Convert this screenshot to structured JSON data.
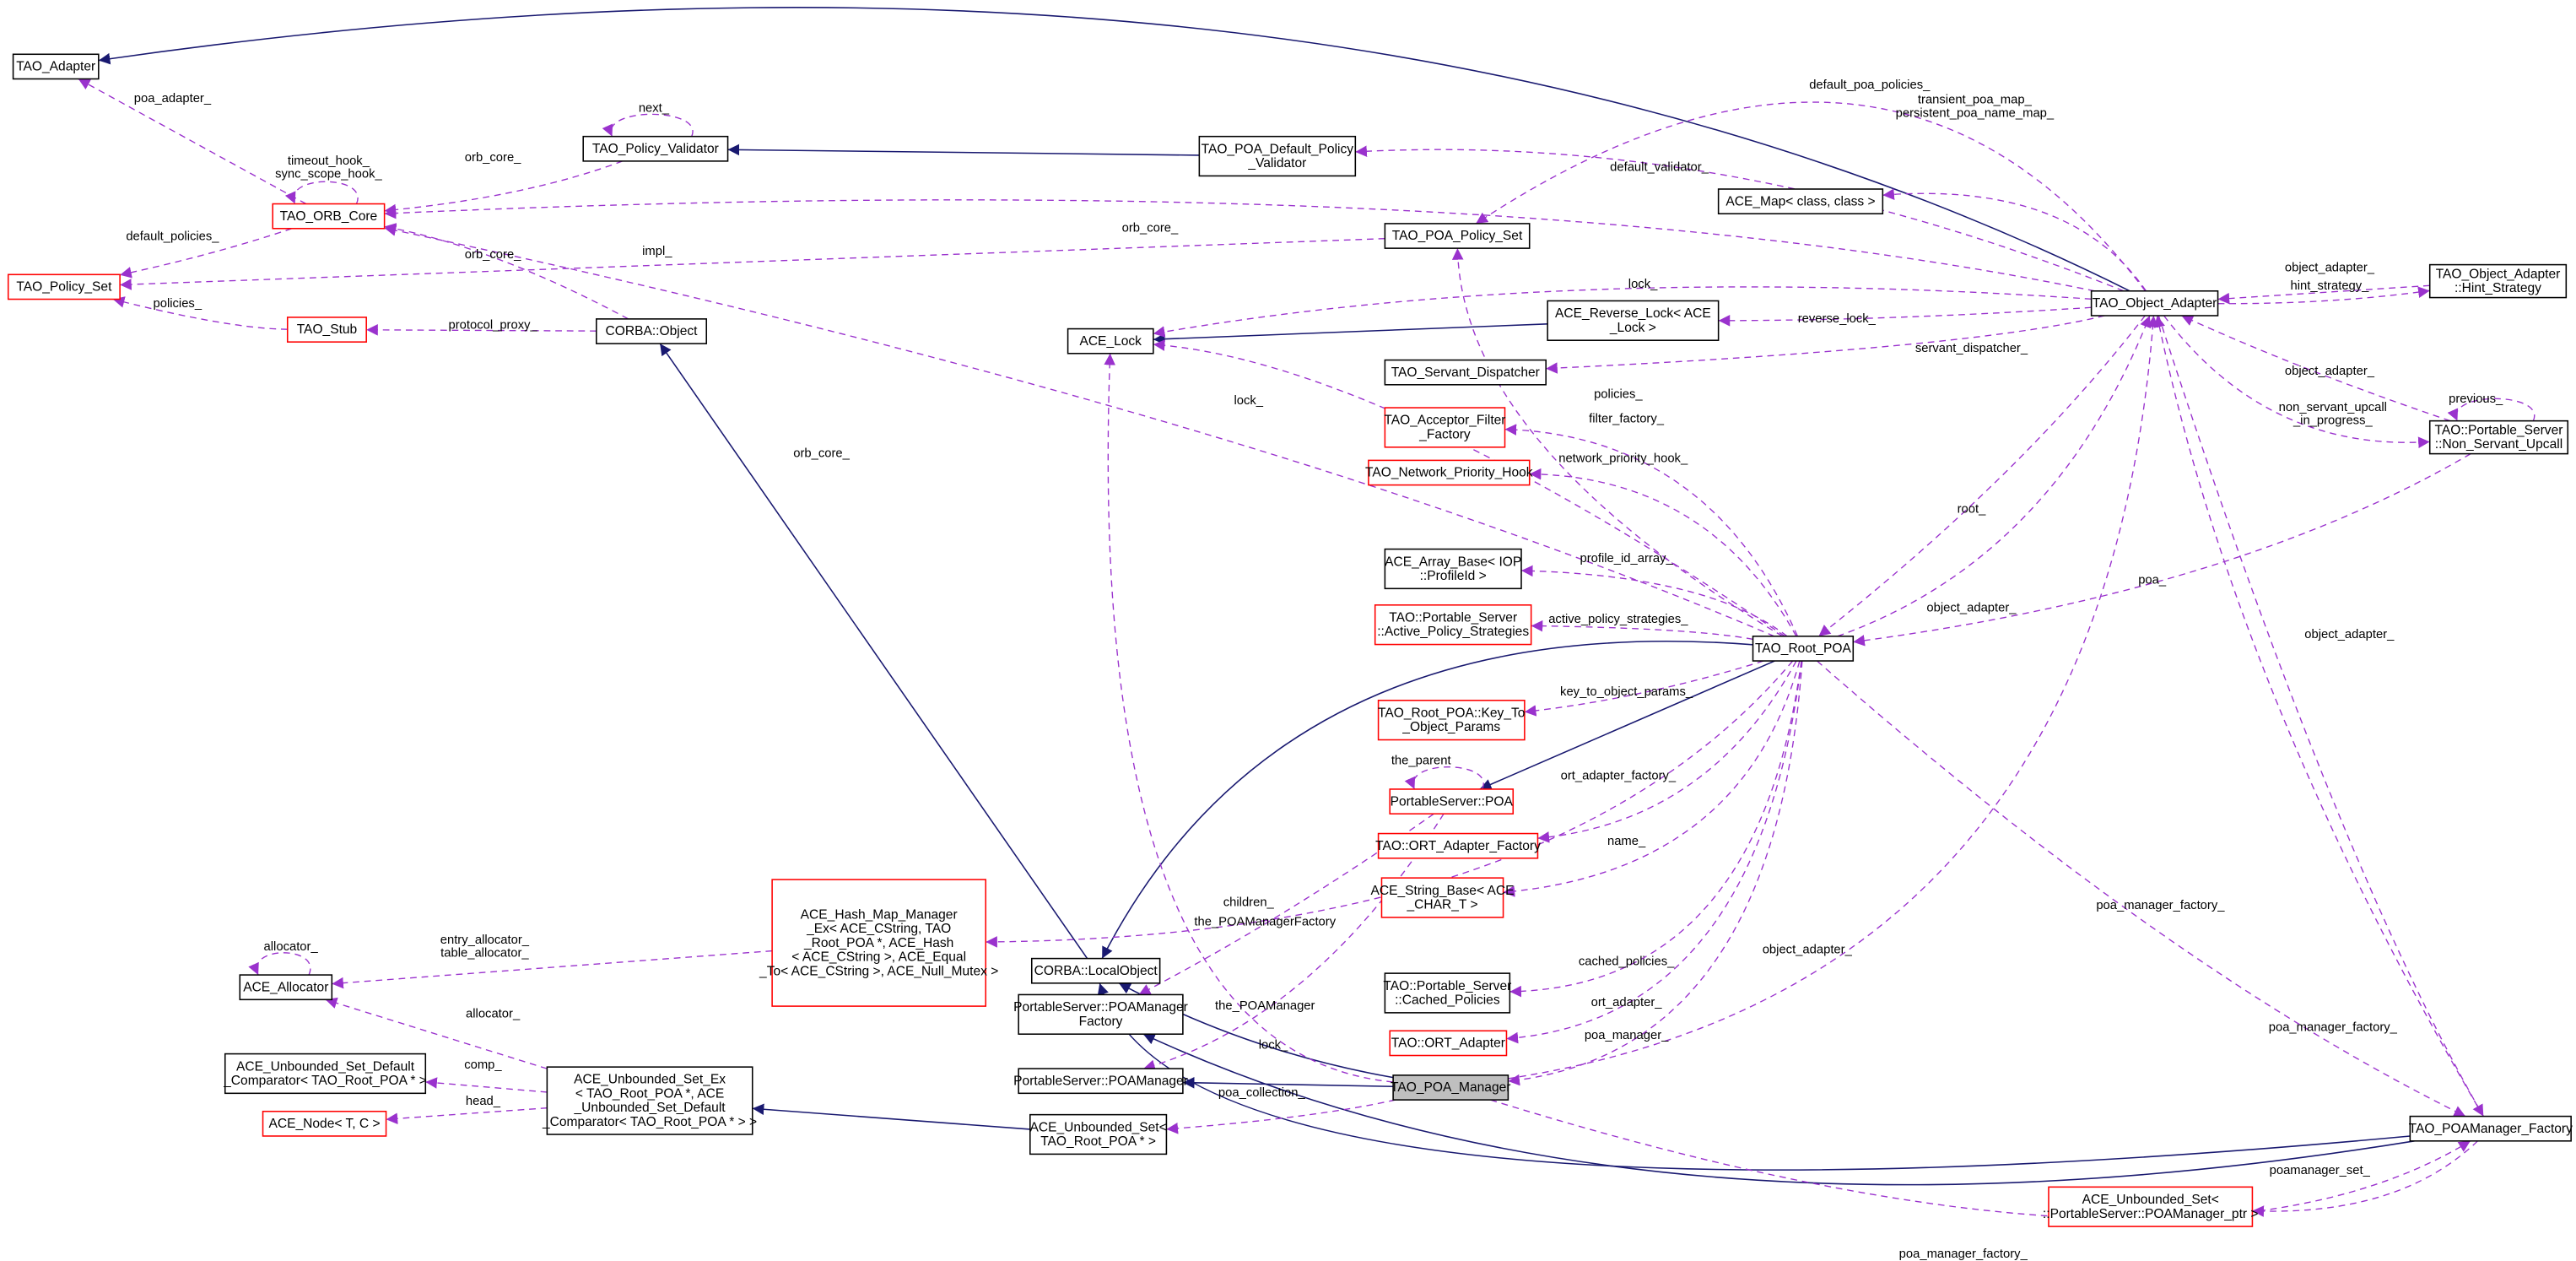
{
  "colors": {
    "usage_edge": "#9a32cd",
    "inheritance_edge": "#191970",
    "undocumented_border": "#ff0000",
    "focus_fill": "#bfbfbf"
  },
  "nodes": [
    {
      "id": "tao_adapter",
      "lines": [
        "TAO_Adapter"
      ],
      "style": "normal"
    },
    {
      "id": "orb_core",
      "lines": [
        "TAO_ORB_Core"
      ],
      "style": "red"
    },
    {
      "id": "policy_validator",
      "lines": [
        "TAO_Policy_Validator"
      ],
      "style": "normal"
    },
    {
      "id": "policy_set",
      "lines": [
        "TAO_Policy_Set"
      ],
      "style": "red"
    },
    {
      "id": "stub",
      "lines": [
        "TAO_Stub"
      ],
      "style": "red"
    },
    {
      "id": "corba_object",
      "lines": [
        "CORBA::Object"
      ],
      "style": "normal"
    },
    {
      "id": "poa_default_validator",
      "lines": [
        "TAO_POA_Default_Policy",
        "_Validator"
      ],
      "style": "normal"
    },
    {
      "id": "ace_map",
      "lines": [
        "ACE_Map< class, class >"
      ],
      "style": "normal"
    },
    {
      "id": "poa_policy_set",
      "lines": [
        "TAO_POA_Policy_Set"
      ],
      "style": "normal"
    },
    {
      "id": "reverse_lock",
      "lines": [
        "ACE_Reverse_Lock< ACE",
        "_Lock >"
      ],
      "style": "normal"
    },
    {
      "id": "ace_lock",
      "lines": [
        "ACE_Lock"
      ],
      "style": "normal"
    },
    {
      "id": "servant_dispatcher",
      "lines": [
        "TAO_Servant_Dispatcher"
      ],
      "style": "normal"
    },
    {
      "id": "object_adapter",
      "lines": [
        "TAO_Object_Adapter"
      ],
      "style": "normal"
    },
    {
      "id": "hint_strategy",
      "lines": [
        "TAO_Object_Adapter",
        "::Hint_Strategy"
      ],
      "style": "normal"
    },
    {
      "id": "non_servant_upcall",
      "lines": [
        "TAO::Portable_Server",
        "::Non_Servant_Upcall"
      ],
      "style": "normal"
    },
    {
      "id": "acceptor_filter",
      "lines": [
        "TAO_Acceptor_Filter",
        "_Factory"
      ],
      "style": "red"
    },
    {
      "id": "network_priority",
      "lines": [
        "TAO_Network_Priority_Hook"
      ],
      "style": "red"
    },
    {
      "id": "array_base",
      "lines": [
        "ACE_Array_Base< IOP",
        "::ProfileId >"
      ],
      "style": "normal"
    },
    {
      "id": "active_policy",
      "lines": [
        "TAO::Portable_Server",
        "::Active_Policy_Strategies"
      ],
      "style": "red"
    },
    {
      "id": "root_poa",
      "lines": [
        "TAO_Root_POA"
      ],
      "style": "normal"
    },
    {
      "id": "key_to_object",
      "lines": [
        "TAO_Root_POA::Key_To",
        "_Object_Params"
      ],
      "style": "red"
    },
    {
      "id": "ps_poa",
      "lines": [
        "PortableServer::POA"
      ],
      "style": "red"
    },
    {
      "id": "ort_adapter_factory",
      "lines": [
        "TAO::ORT_Adapter_Factory"
      ],
      "style": "red"
    },
    {
      "id": "string_base",
      "lines": [
        "ACE_String_Base< ACE",
        "_CHAR_T >"
      ],
      "style": "red"
    },
    {
      "id": "cached_policies",
      "lines": [
        "TAO::Portable_Server",
        "::Cached_Policies"
      ],
      "style": "normal"
    },
    {
      "id": "ort_adapter",
      "lines": [
        "TAO::ORT_Adapter"
      ],
      "style": "red"
    },
    {
      "id": "poa_manager",
      "lines": [
        "TAO_POA_Manager"
      ],
      "style": "focus"
    },
    {
      "id": "poamanager_factory",
      "lines": [
        "TAO_POAManager_Factory"
      ],
      "style": "normal"
    },
    {
      "id": "unbounded_set_ptr",
      "lines": [
        "ACE_Unbounded_Set<",
        "::PortableServer::POAManager_ptr >"
      ],
      "style": "red"
    },
    {
      "id": "hash_map",
      "lines": [
        "ACE_Hash_Map_Manager",
        "_Ex< ACE_CString, TAO",
        "_Root_POA *, ACE_Hash",
        "< ACE_CString >, ACE_Equal",
        "_To< ACE_CString >, ACE_Null_Mutex >"
      ],
      "style": "red"
    },
    {
      "id": "local_object",
      "lines": [
        "CORBA::LocalObject"
      ],
      "style": "normal"
    },
    {
      "id": "ps_poamanager_factory",
      "lines": [
        "PortableServer::POAManager",
        "Factory"
      ],
      "style": "normal"
    },
    {
      "id": "ps_poamanager",
      "lines": [
        "PortableServer::POAManager"
      ],
      "style": "normal"
    },
    {
      "id": "unbounded_set",
      "lines": [
        "ACE_Unbounded_Set<",
        "TAO_Root_POA * >"
      ],
      "style": "normal"
    },
    {
      "id": "allocator",
      "lines": [
        "ACE_Allocator"
      ],
      "style": "normal"
    },
    {
      "id": "default_comparator",
      "lines": [
        "ACE_Unbounded_Set_Default",
        "_Comparator< TAO_Root_POA * >"
      ],
      "style": "normal"
    },
    {
      "id": "ace_node",
      "lines": [
        "ACE_Node< T, C >"
      ],
      "style": "red"
    },
    {
      "id": "unbounded_set_ex",
      "lines": [
        "ACE_Unbounded_Set_Ex",
        "< TAO_Root_POA *, ACE",
        "_Unbounded_Set_Default",
        "_Comparator< TAO_Root_POA * > >"
      ],
      "style": "normal"
    }
  ],
  "edges": [
    {
      "from": "object_adapter",
      "to": "tao_adapter",
      "kind": "inheritance",
      "label": []
    },
    {
      "from": "poa_default_validator",
      "to": "policy_validator",
      "kind": "inheritance",
      "label": []
    },
    {
      "from": "reverse_lock",
      "to": "ace_lock",
      "kind": "inheritance",
      "label": []
    },
    {
      "from": "local_object",
      "to": "corba_object",
      "kind": "inheritance",
      "label": []
    },
    {
      "from": "root_poa",
      "to": "local_object",
      "kind": "inheritance",
      "label": []
    },
    {
      "from": "root_poa",
      "to": "ps_poa",
      "kind": "inheritance",
      "label": []
    },
    {
      "from": "poa_manager",
      "to": "local_object",
      "kind": "inheritance",
      "label": []
    },
    {
      "from": "poa_manager",
      "to": "ps_poamanager",
      "kind": "inheritance",
      "label": []
    },
    {
      "from": "poamanager_factory",
      "to": "ps_poamanager_factory",
      "kind": "inheritance",
      "label": []
    },
    {
      "from": "poamanager_factory",
      "to": "local_object",
      "kind": "inheritance",
      "label": []
    },
    {
      "from": "unbounded_set",
      "to": "unbounded_set_ex",
      "kind": "inheritance",
      "label": []
    },
    {
      "from": "orb_core",
      "to": "tao_adapter",
      "kind": "usage",
      "label": [
        "poa_adapter_"
      ]
    },
    {
      "from": "orb_core",
      "to": "orb_core",
      "kind": "usage",
      "label": [
        "timeout_hook_",
        "sync_scope_hook_"
      ]
    },
    {
      "from": "policy_validator",
      "to": "orb_core",
      "kind": "usage",
      "label": [
        "orb_core_"
      ]
    },
    {
      "from": "orb_core",
      "to": "policy_set",
      "kind": "usage",
      "label": [
        "default_policies_"
      ]
    },
    {
      "from": "poa_policy_set",
      "to": "policy_set",
      "kind": "usage",
      "label": [
        "impl_"
      ]
    },
    {
      "from": "corba_object",
      "to": "orb_core",
      "kind": "usage",
      "label": [
        "orb_core_"
      ]
    },
    {
      "from": "stub",
      "to": "policy_set",
      "kind": "usage",
      "label": [
        "policies_"
      ]
    },
    {
      "from": "corba_object",
      "to": "stub",
      "kind": "usage",
      "label": [
        "protocol_proxy_"
      ]
    },
    {
      "from": "policy_validator",
      "to": "policy_validator",
      "kind": "usage",
      "label": [
        "next_"
      ]
    },
    {
      "from": "object_adapter",
      "to": "orb_core",
      "kind": "usage",
      "label": [
        "orb_core_"
      ]
    },
    {
      "from": "root_poa",
      "to": "orb_core",
      "kind": "usage",
      "label": [
        "orb_core_"
      ]
    },
    {
      "from": "object_adapter",
      "to": "poa_default_validator",
      "kind": "usage",
      "label": [
        "default_validator_"
      ]
    },
    {
      "from": "object_adapter",
      "to": "poa_policy_set",
      "kind": "usage",
      "label": [
        "default_poa_policies_"
      ]
    },
    {
      "from": "object_adapter",
      "to": "ace_map",
      "kind": "usage",
      "label": [
        "transient_poa_map_",
        "persistent_poa_name_map_"
      ]
    },
    {
      "from": "object_adapter",
      "to": "ace_lock",
      "kind": "usage",
      "label": [
        "lock_"
      ]
    },
    {
      "from": "object_adapter",
      "to": "reverse_lock",
      "kind": "usage",
      "label": [
        "reverse_lock_"
      ]
    },
    {
      "from": "object_adapter",
      "to": "servant_dispatcher",
      "kind": "usage",
      "label": [
        "servant_dispatcher_"
      ]
    },
    {
      "from": "hint_strategy",
      "to": "object_adapter",
      "kind": "usage",
      "label": [
        "object_adapter_"
      ]
    },
    {
      "from": "object_adapter",
      "to": "hint_strategy",
      "kind": "usage",
      "label": [
        "hint_strategy_"
      ]
    },
    {
      "from": "non_servant_upcall",
      "to": "object_adapter",
      "kind": "usage",
      "label": [
        "object_adapter_"
      ]
    },
    {
      "from": "object_adapter",
      "to": "non_servant_upcall",
      "kind": "usage",
      "label": [
        "non_servant_upcall",
        "_in_progress_"
      ]
    },
    {
      "from": "non_servant_upcall",
      "to": "non_servant_upcall",
      "kind": "usage",
      "label": [
        "previous_"
      ]
    },
    {
      "from": "non_servant_upcall",
      "to": "root_poa",
      "kind": "usage",
      "label": [
        "poa_"
      ]
    },
    {
      "from": "object_adapter",
      "to": "root_poa",
      "kind": "usage",
      "label": [
        "root_"
      ]
    },
    {
      "from": "root_poa",
      "to": "object_adapter",
      "kind": "usage",
      "label": [
        "object_adapter_"
      ]
    },
    {
      "from": "poamanager_factory",
      "to": "object_adapter",
      "kind": "usage",
      "label": [
        "object_adapter_"
      ]
    },
    {
      "from": "poa_manager",
      "to": "object_adapter",
      "kind": "usage",
      "label": [
        "object_adapter_"
      ]
    },
    {
      "from": "object_adapter",
      "to": "poamanager_factory",
      "kind": "usage",
      "label": [
        "poa_manager_factory_"
      ]
    },
    {
      "from": "root_poa",
      "to": "poamanager_factory",
      "kind": "usage",
      "label": [
        "poa_manager_factory_"
      ]
    },
    {
      "from": "poa_manager",
      "to": "poamanager_factory",
      "kind": "usage",
      "label": [
        "poa_manager_factory_"
      ]
    },
    {
      "from": "poamanager_factory",
      "to": "unbounded_set_ptr",
      "kind": "usage",
      "label": [
        "poamanager_set_"
      ]
    },
    {
      "from": "root_poa",
      "to": "poa_policy_set",
      "kind": "usage",
      "label": [
        "policies_"
      ]
    },
    {
      "from": "root_poa",
      "to": "ace_lock",
      "kind": "usage",
      "label": [
        "lock_"
      ]
    },
    {
      "from": "poa_manager",
      "to": "ace_lock",
      "kind": "usage",
      "label": [
        "lock_"
      ]
    },
    {
      "from": "root_poa",
      "to": "acceptor_filter",
      "kind": "usage",
      "label": [
        "filter_factory_"
      ]
    },
    {
      "from": "root_poa",
      "to": "network_priority",
      "kind": "usage",
      "label": [
        "network_priority_hook_"
      ]
    },
    {
      "from": "root_poa",
      "to": "array_base",
      "kind": "usage",
      "label": [
        "profile_id_array_"
      ]
    },
    {
      "from": "root_poa",
      "to": "active_policy",
      "kind": "usage",
      "label": [
        "active_policy_strategies_"
      ]
    },
    {
      "from": "root_poa",
      "to": "key_to_object",
      "kind": "usage",
      "label": [
        "key_to_object_params_"
      ]
    },
    {
      "from": "ps_poa",
      "to": "ps_poa",
      "kind": "usage",
      "label": [
        "the_parent"
      ]
    },
    {
      "from": "root_poa",
      "to": "ort_adapter_factory",
      "kind": "usage",
      "label": [
        "ort_adapter_factory_"
      ]
    },
    {
      "from": "root_poa",
      "to": "string_base",
      "kind": "usage",
      "label": [
        "name_"
      ]
    },
    {
      "from": "root_poa",
      "to": "hash_map",
      "kind": "usage",
      "label": [
        "children_"
      ]
    },
    {
      "from": "ps_poa",
      "to": "ps_poamanager_factory",
      "kind": "usage",
      "label": [
        "the_POAManagerFactory"
      ]
    },
    {
      "from": "ps_poa",
      "to": "ps_poamanager",
      "kind": "usage",
      "label": [
        "the_POAManager"
      ]
    },
    {
      "from": "root_poa",
      "to": "cached_policies",
      "kind": "usage",
      "label": [
        "cached_policies_"
      ]
    },
    {
      "from": "root_poa",
      "to": "ort_adapter",
      "kind": "usage",
      "label": [
        "ort_adapter_"
      ]
    },
    {
      "from": "root_poa",
      "to": "poa_manager",
      "kind": "usage",
      "label": [
        "poa_manager_"
      ]
    },
    {
      "from": "poa_manager",
      "to": "unbounded_set",
      "kind": "usage",
      "label": [
        "poa_collection_"
      ]
    },
    {
      "from": "hash_map",
      "to": "allocator",
      "kind": "usage",
      "label": [
        "entry_allocator_",
        "table_allocator_"
      ]
    },
    {
      "from": "allocator",
      "to": "allocator",
      "kind": "usage",
      "label": [
        "allocator_"
      ]
    },
    {
      "from": "unbounded_set_ex",
      "to": "allocator",
      "kind": "usage",
      "label": [
        "allocator_"
      ]
    },
    {
      "from": "unbounded_set_ex",
      "to": "default_comparator",
      "kind": "usage",
      "label": [
        "comp_"
      ]
    },
    {
      "from": "unbounded_set_ex",
      "to": "ace_node",
      "kind": "usage",
      "label": [
        "head_"
      ]
    }
  ]
}
